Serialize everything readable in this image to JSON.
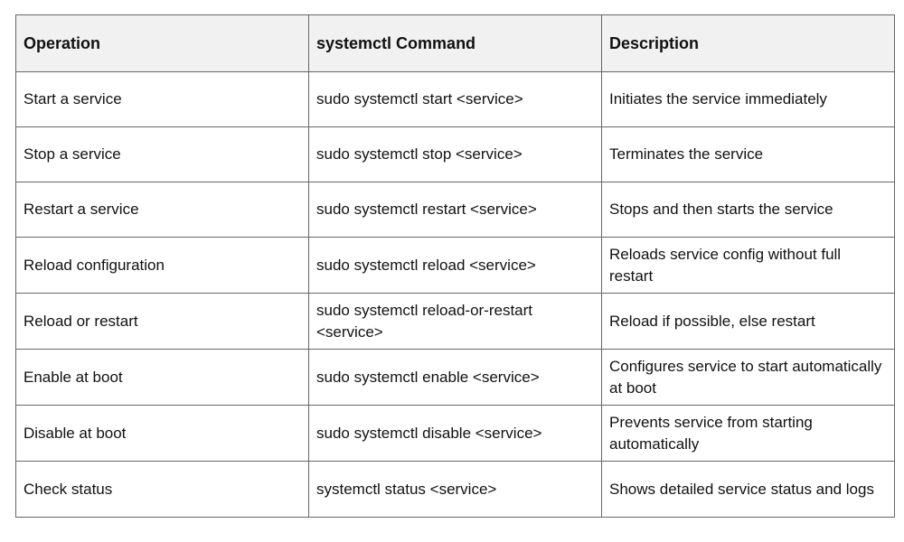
{
  "headers": [
    "Operation",
    "systemctl Command",
    "Description"
  ],
  "rows": [
    [
      "Start a service",
      "sudo systemctl start <service>",
      "Initiates the service immediately"
    ],
    [
      "Stop a service",
      "sudo systemctl stop <service>",
      "Terminates the service"
    ],
    [
      "Restart a service",
      "sudo systemctl restart <service>",
      "Stops and then starts the service"
    ],
    [
      "Reload configuration",
      "sudo systemctl reload <service>",
      "Reloads service config without full restart"
    ],
    [
      "Reload or restart",
      "sudo systemctl reload-or-restart <service>",
      "Reload if possible, else restart"
    ],
    [
      "Enable at boot",
      "sudo systemctl enable <service>",
      "Configures service to start automatically at boot"
    ],
    [
      "Disable at boot",
      "sudo systemctl disable <service>",
      "Prevents service from starting automatically"
    ],
    [
      "Check status",
      "systemctl status <service>",
      "Shows detailed service status and logs"
    ]
  ]
}
